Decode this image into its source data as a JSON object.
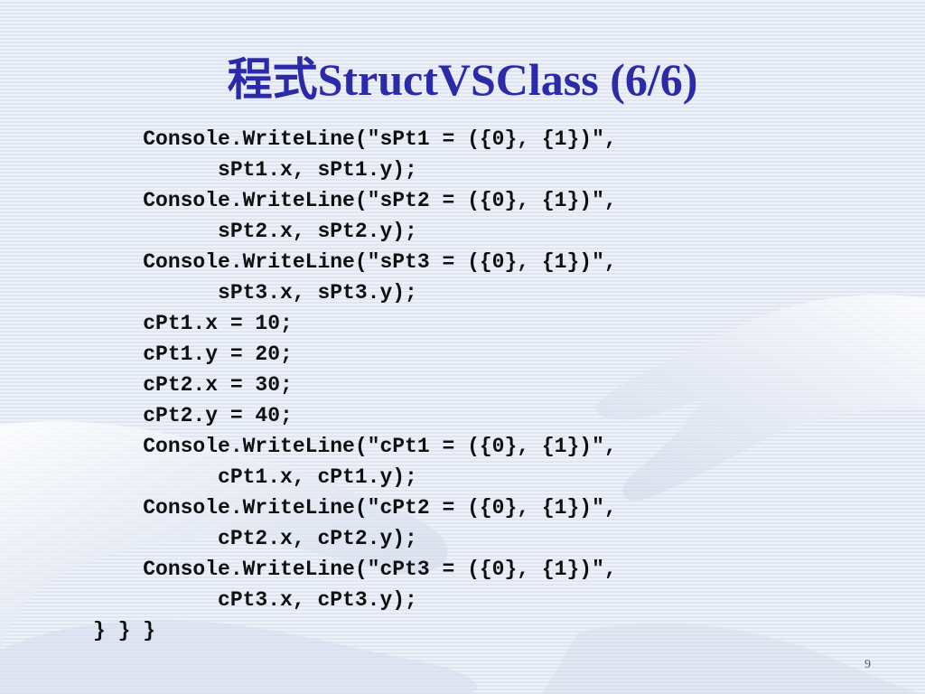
{
  "slide": {
    "title": "程式StructVSClass (6/6)",
    "code_lines": [
      "    Console.WriteLine(\"sPt1 = ({0}, {1})\",",
      "          sPt1.x, sPt1.y);",
      "    Console.WriteLine(\"sPt2 = ({0}, {1})\",",
      "          sPt2.x, sPt2.y);",
      "    Console.WriteLine(\"sPt3 = ({0}, {1})\",",
      "          sPt3.x, sPt3.y);",
      "    cPt1.x = 10;",
      "    cPt1.y = 20;",
      "    cPt2.x = 30;",
      "    cPt2.y = 40;",
      "    Console.WriteLine(\"cPt1 = ({0}, {1})\",",
      "          cPt1.x, cPt1.y);",
      "    Console.WriteLine(\"cPt2 = ({0}, {1})\",",
      "          cPt2.x, cPt2.y);",
      "    Console.WriteLine(\"cPt3 = ({0}, {1})\",",
      "          cPt3.x, cPt3.y);",
      "} } }"
    ],
    "page_number": "9"
  },
  "colors": {
    "title": "#2b2ba8",
    "code_text": "#101010",
    "background": "#e9edf6"
  }
}
